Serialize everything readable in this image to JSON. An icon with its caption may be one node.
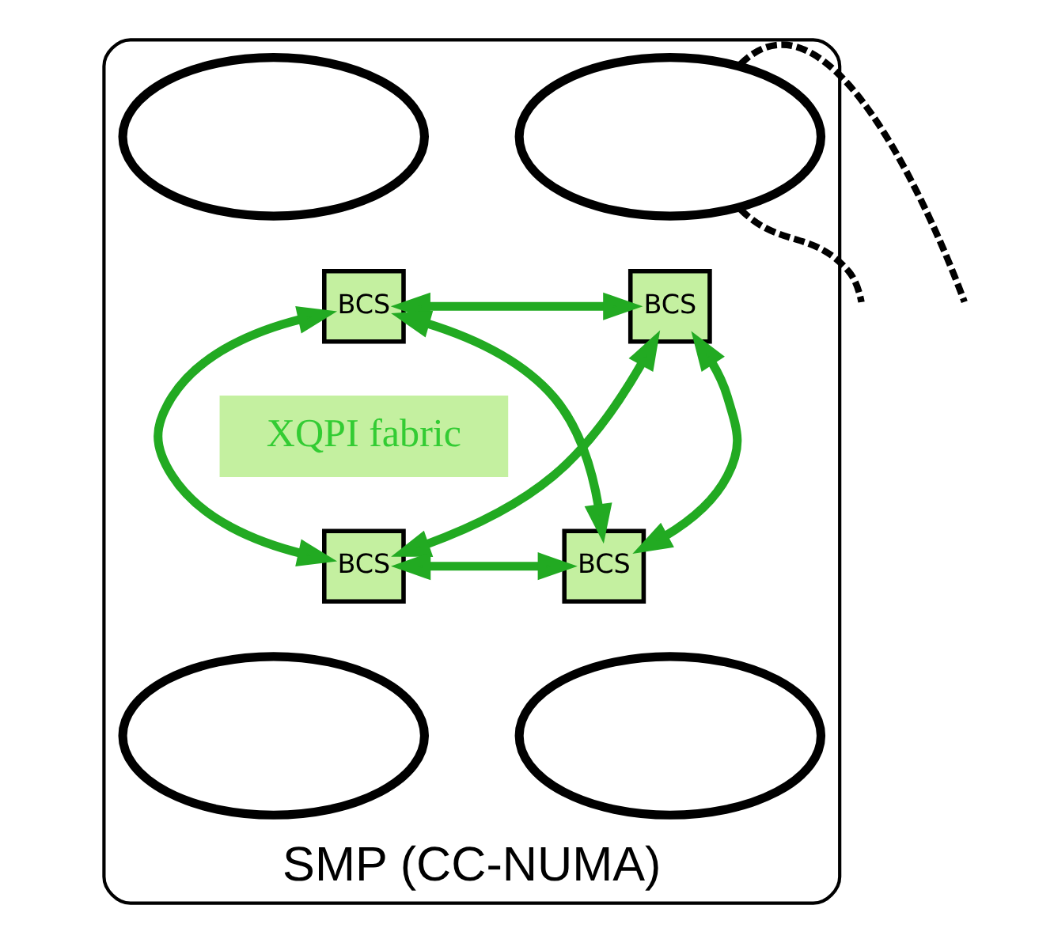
{
  "diagram": {
    "nodes": [
      {
        "text": [
          "SMP (CC-NUMA)"
        ]
      },
      {
        "text": [],
        "shape": "ellipse",
        "in": 0
      },
      {
        "text": [],
        "shape": "ellipse",
        "in": 0
      },
      {
        "text": [
          "BCS"
        ],
        "in": 0
      },
      {
        "text": [
          "BCS"
        ],
        "in": 0
      },
      {
        "text": [
          "XQPI fabric"
        ],
        "in": 0
      },
      {
        "text": [
          "BCS"
        ],
        "in": 0
      },
      {
        "text": [
          "BCS"
        ],
        "in": 0
      },
      {
        "text": [],
        "shape": "ellipse",
        "in": 0
      },
      {
        "text": [],
        "shape": "ellipse",
        "in": 0
      }
    ],
    "edges": [
      {
        "from": 3,
        "to": 4,
        "arrow": "both"
      },
      {
        "from": 3,
        "to": 6,
        "arrow": "both"
      },
      {
        "from": 4,
        "to": 7,
        "arrow": "both"
      },
      {
        "from": 3,
        "to": 7,
        "arrow": "both"
      },
      {
        "from": 4,
        "to": 6,
        "arrow": "both"
      },
      {
        "from": 6,
        "to": 7,
        "arrow": "both"
      },
      {
        "from": 2,
        "to": null,
        "arrow": "none",
        "style": "dashed",
        "color": "#000000"
      },
      {
        "from": 2,
        "to": null,
        "arrow": "none",
        "style": "dashed",
        "color": "#000000"
      }
    ]
  }
}
